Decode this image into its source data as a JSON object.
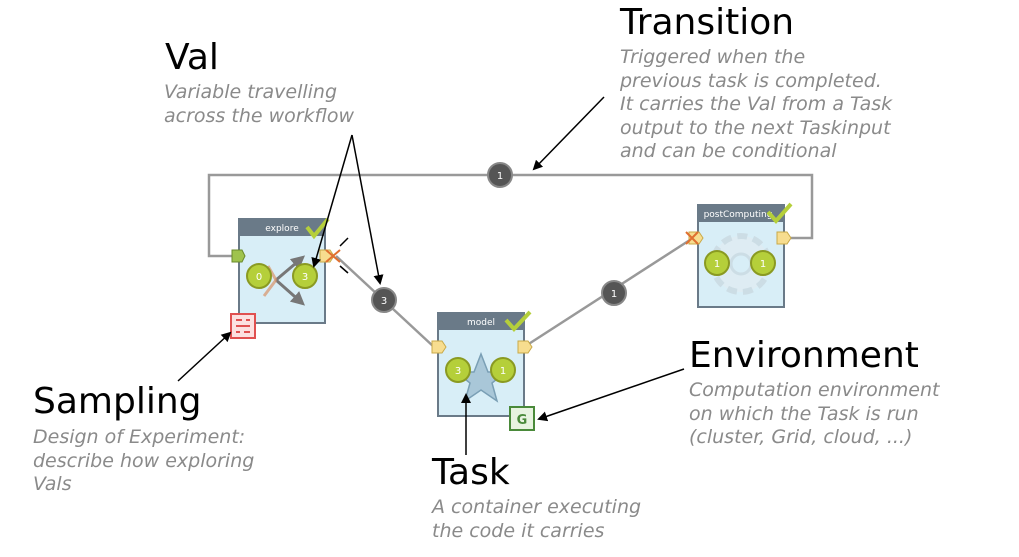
{
  "annotations": {
    "val": {
      "title": "Val",
      "desc": [
        "Variable travelling",
        "across the workflow"
      ]
    },
    "transition": {
      "title": "Transition",
      "desc": [
        "Triggered when the",
        "previous task is completed.",
        "It carries the Val from a Task",
        "output to the next Taskinput",
        "and can be conditional"
      ]
    },
    "sampling": {
      "title": "Sampling",
      "desc": [
        "Design of Experiment:",
        "describe how exploring",
        "Vals"
      ]
    },
    "environment": {
      "title": "Environment",
      "desc": [
        "Computation environment",
        "on which the Task is run",
        "(cluster, Grid, cloud, ...)"
      ]
    },
    "task": {
      "title": "Task",
      "desc": [
        "A container executing",
        "the code it carries"
      ]
    }
  },
  "workflow": {
    "tasks": [
      {
        "id": "explore",
        "label": "explore",
        "inputs": "0",
        "outputs": "3"
      },
      {
        "id": "model",
        "label": "model",
        "inputs": "3",
        "outputs": "1"
      },
      {
        "id": "postComputing",
        "label": "postComputing",
        "inputs": "1",
        "outputs": "1"
      }
    ],
    "transitions": [
      {
        "from": "explore",
        "to": "model",
        "count": "3"
      },
      {
        "from": "model",
        "to": "postComputing",
        "count": "1"
      },
      {
        "from": "postComputing",
        "to": "explore",
        "count": "1"
      }
    ],
    "environment_badge": "G"
  },
  "colors": {
    "task_header": "#6a7a88",
    "task_body": "#d8eef7",
    "task_border": "#6a7a88",
    "slot_fill": "#b5cf3a",
    "slot_border": "#8a9a22",
    "transition_line": "#999999",
    "transition_badge": "#555555",
    "check": "#b5cf3a",
    "port": "#f7dd8f",
    "sampling": "#e05050",
    "environment": "#4a8a3a",
    "annotation_text": "#8a8a8a"
  }
}
